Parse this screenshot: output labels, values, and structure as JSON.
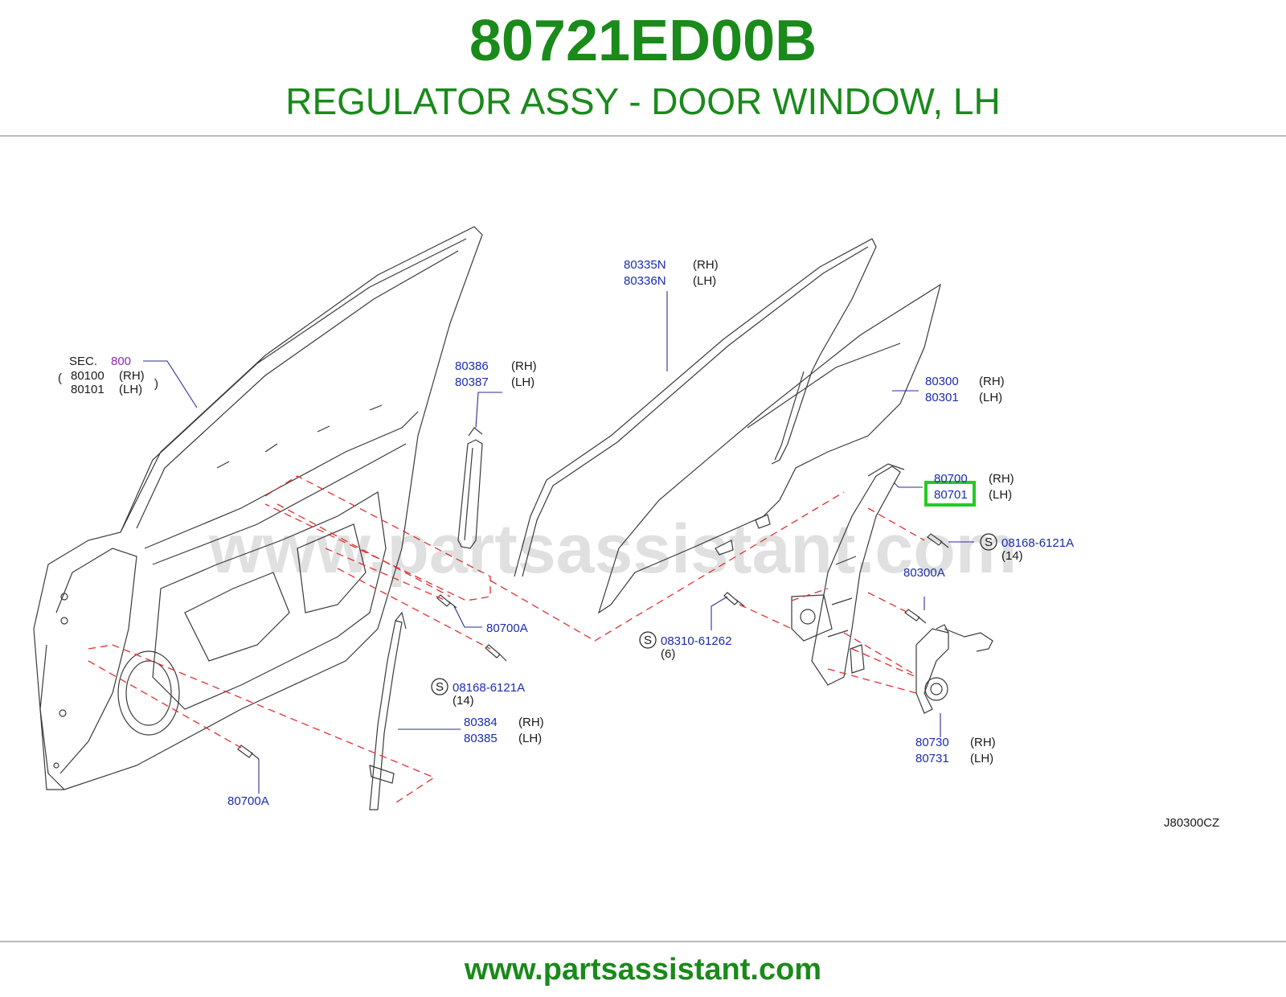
{
  "header": {
    "part_number": "80721ED00B",
    "part_name": "REGULATOR ASSY - DOOR WINDOW, LH"
  },
  "watermark": "www.partsassistant.com",
  "footer": {
    "url": "www.partsassistant.com"
  },
  "diagram_code": "J80300CZ",
  "highlight_color": "#22cc22",
  "callouts": {
    "sec": {
      "prefix": "SEC.",
      "number": "800",
      "rh_part": "80100",
      "lh_part": "80101",
      "rh": "(RH)",
      "lh": "(LH)"
    },
    "moulding": {
      "rh_part": "80335N",
      "lh_part": "80336N",
      "rh": "(RH)",
      "lh": "(LH)"
    },
    "sash_rear": {
      "rh_part": "80386",
      "lh_part": "80387",
      "rh": "(RH)",
      "lh": "(LH)"
    },
    "glass": {
      "rh_part": "80300",
      "lh_part": "80301",
      "rh": "(RH)",
      "lh": "(LH)"
    },
    "regulator": {
      "rh_part": "80700",
      "lh_part": "80701",
      "rh": "(RH)",
      "lh": "(LH)"
    },
    "bolt_s_right": {
      "s": "S",
      "part": "08168-6121A",
      "qty": "(14)"
    },
    "bolt_300a": {
      "part": "80300A"
    },
    "bolt_s_mid": {
      "s": "S",
      "part": "08310-61262",
      "qty": "(6)"
    },
    "bolt_700a_upper": {
      "part": "80700A"
    },
    "bolt_s_left": {
      "s": "S",
      "part": "08168-6121A",
      "qty": "(14)"
    },
    "sash_front": {
      "rh_part": "80384",
      "lh_part": "80385",
      "rh": "(RH)",
      "lh": "(LH)"
    },
    "motor": {
      "rh_part": "80730",
      "lh_part": "80731",
      "rh": "(RH)",
      "lh": "(LH)"
    },
    "bolt_700a_lower": {
      "part": "80700A"
    }
  }
}
